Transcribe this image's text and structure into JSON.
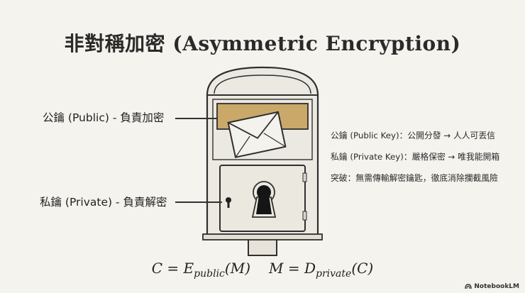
{
  "title": "非對稱加密 (Asymmetric Encryption)",
  "labels": {
    "public": "公鑰 (Public) - 負責加密",
    "private": "私鑰 (Private) - 負責解密"
  },
  "bullets": [
    "公鑰 (Public Key)：公開分發 → 人人可丟信",
    "私鑰 (Private Key)：嚴格保密 → 唯我能開箱",
    "突破：無需傳輸解密鑰匙，徹底消除攔截風險"
  ],
  "formula": {
    "enc_lhs": "C",
    "enc_eq": " = ",
    "enc_fn": "E",
    "enc_sub": "public",
    "enc_arg": "(M)",
    "dec_lhs": "M",
    "dec_eq": " = ",
    "dec_fn": "D",
    "dec_sub": "private",
    "dec_arg": "(C)"
  },
  "brand": "NotebookLM",
  "colors": {
    "background": "#f5f3ee",
    "slot_fill": "#c9a86a",
    "ink": "#2f2f2f",
    "box_fill": "#ece9e2"
  }
}
